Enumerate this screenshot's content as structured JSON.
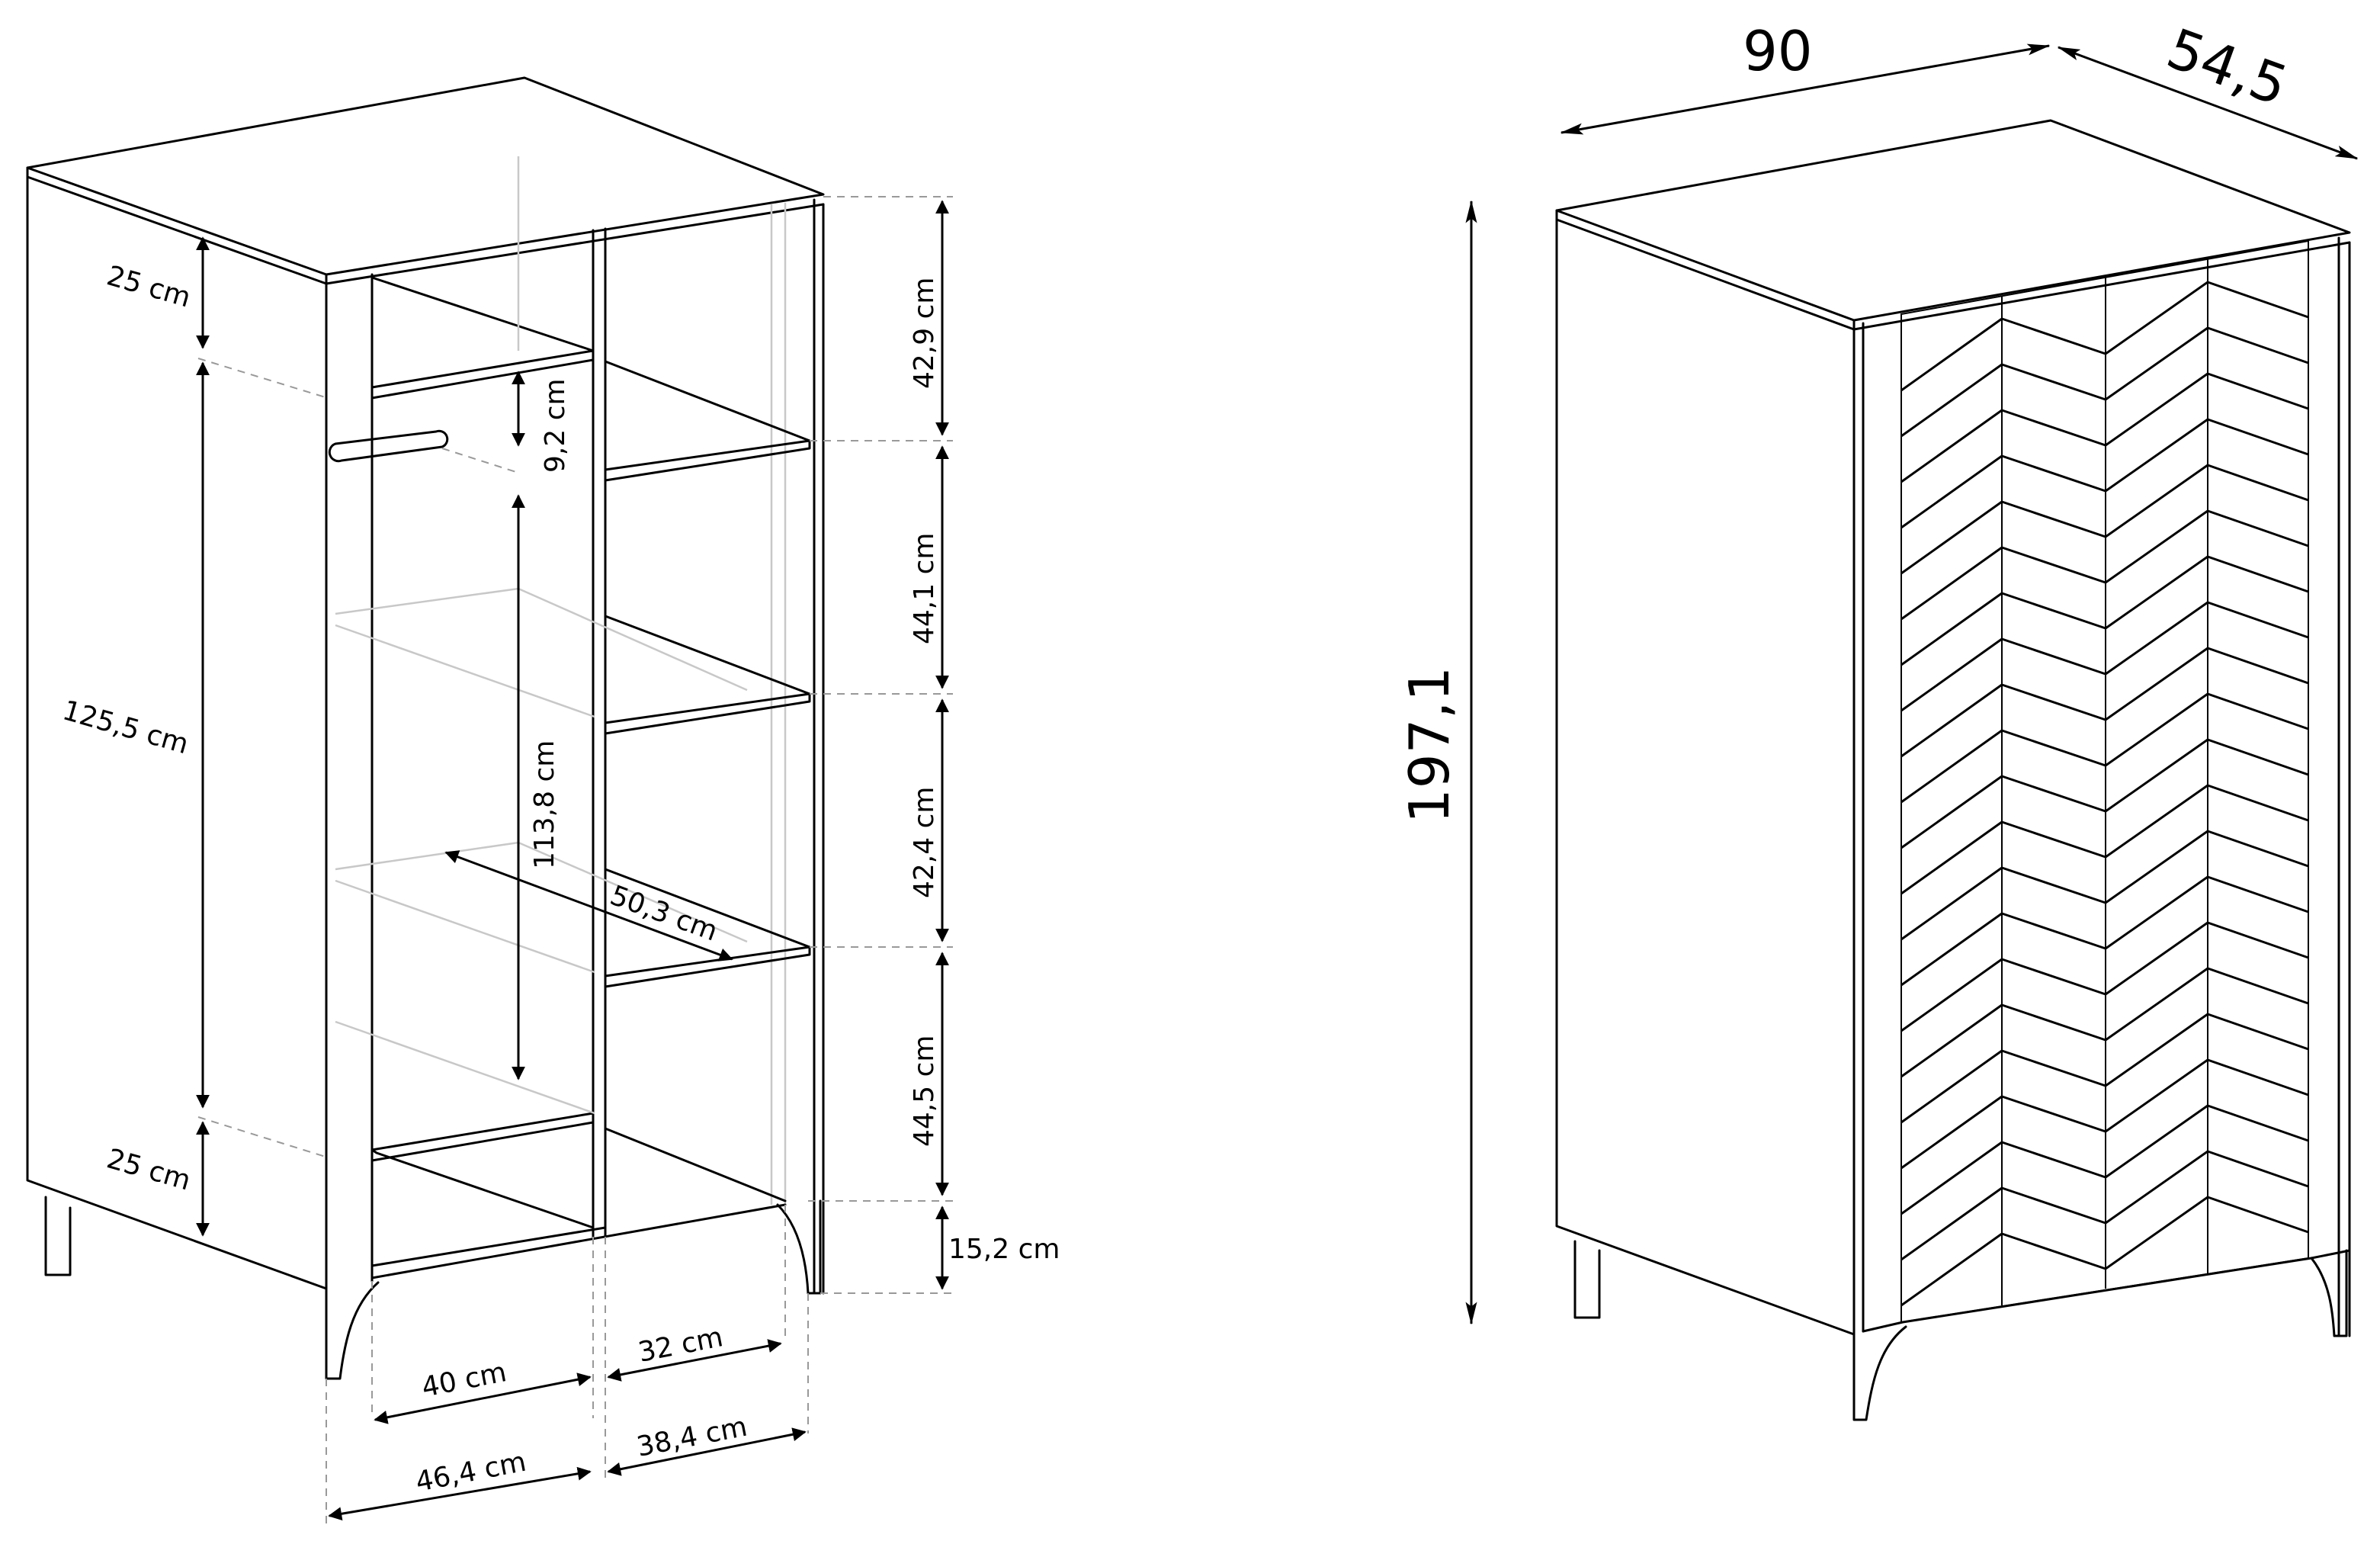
{
  "left_view": {
    "labels": {
      "top_gap": "25 cm",
      "hanging_height": "125,5 cm",
      "bottom_gap": "25 cm",
      "rail_gap": "9,2 cm",
      "inner_height": "113,8 cm",
      "shelf_depth": "50,3 cm",
      "shelf1": "42,9 cm",
      "shelf2": "44,1 cm",
      "shelf3": "42,4 cm",
      "shelf4": "44,5 cm",
      "plinth": "15,2 cm",
      "inner_width_left": "40 cm",
      "inner_width_right": "32 cm",
      "outer_width_left": "46,4 cm",
      "outer_width_right": "38,4 cm"
    }
  },
  "right_view": {
    "labels": {
      "width": "90",
      "depth": "54,5",
      "height": "197,1"
    }
  }
}
